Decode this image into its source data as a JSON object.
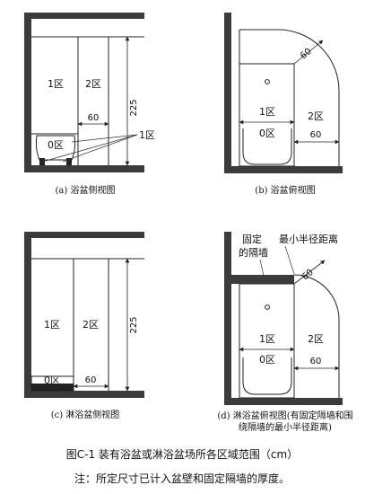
{
  "figure": {
    "title": "图C-1 装有浴盆或淋浴盆场所各区域范围（cm）",
    "note": "注：所定尺寸已计入盆壁和固定隔墙的厚度。"
  },
  "panel_a": {
    "zone1": "1区",
    "zone2": "2区",
    "zone0": "0区",
    "zone1_pointer": "1区",
    "dim_width": "60",
    "dim_height": "225",
    "caption": "(a) 浴盆侧视图"
  },
  "panel_b": {
    "zone1": "1区",
    "zone0": "0区",
    "zone2": "2区",
    "dim_width": "60",
    "dim_radius": "60",
    "caption": "(b) 浴盆俯视图"
  },
  "panel_c": {
    "zone1": "1区",
    "zone2": "2区",
    "zone0": "0区",
    "dim_width": "60",
    "dim_height": "225",
    "caption": "(c) 淋浴盆侧视图"
  },
  "panel_d": {
    "zone1": "1区",
    "zone0": "0区",
    "zone2": "2区",
    "dim_width": "60",
    "dim_radius": "60",
    "label_fixed_wall_line1": "固定",
    "label_fixed_wall_line2": "的隔墙",
    "label_min_radius": "最小半径距离",
    "caption_line1": "(d) 淋浴盆俯视图(有固定隔墙和围",
    "caption_line2": "绕隔墙的最小半径距离)"
  }
}
